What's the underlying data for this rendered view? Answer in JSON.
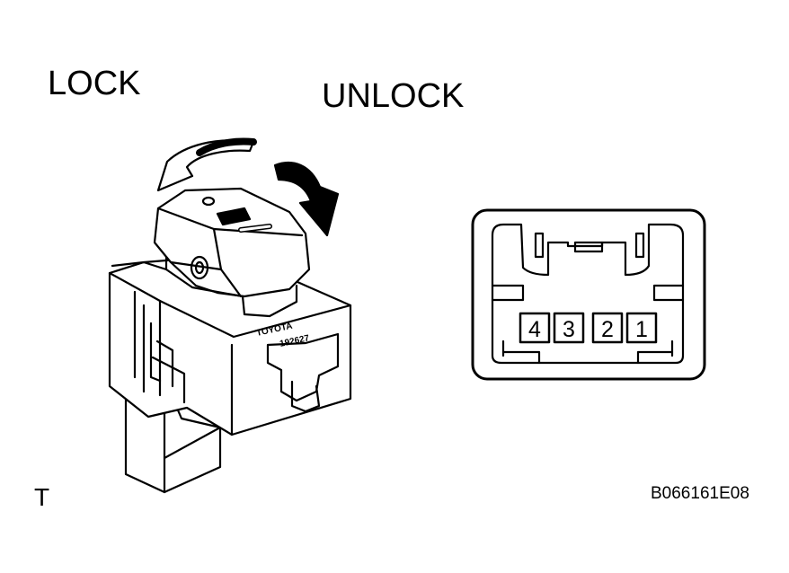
{
  "labels": {
    "lock": "LOCK",
    "unlock": "UNLOCK",
    "view_mark": "T",
    "figure_code": "B066161E08"
  },
  "switch": {
    "housing_text_top": "TOYOTA",
    "housing_text_bottom": "192627"
  },
  "connector": {
    "pins": [
      "4",
      "3",
      "2",
      "1"
    ]
  }
}
